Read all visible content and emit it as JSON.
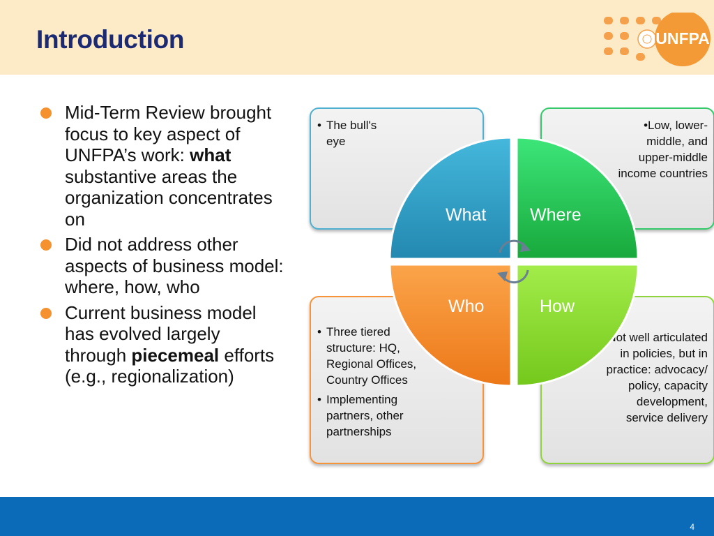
{
  "slide": {
    "title": "Introduction",
    "logo_text": "UNFPA",
    "page_number": "4"
  },
  "bullets": [
    {
      "before": "Mid-Term Review brought focus to key aspect of UNFPA’s work: ",
      "bold": "what",
      "after": " substantive areas the organization concentrates on"
    },
    {
      "before": "Did not address other aspects of business model: where, how, who",
      "bold": "",
      "after": ""
    },
    {
      "before": "Current business model has evolved largely through ",
      "bold": "piecemeal",
      "after": " efforts (e.g., regionalization)"
    }
  ],
  "quadrants": {
    "what": {
      "label": "What",
      "items": [
        "The bull's eye"
      ]
    },
    "where": {
      "label": "Where",
      "items": [
        "Low, lower-middle, and upper-middle income countries"
      ]
    },
    "who": {
      "label": "Who",
      "items": [
        "Three tiered structure: HQ, Regional Offices, Country Offices",
        "Implementing partners, other partnerships"
      ]
    },
    "how": {
      "label": "How",
      "items": [
        "Not well articulated in policies, but in practice: advocacy/ policy, capacity development, service delivery"
      ]
    }
  },
  "colors": {
    "header_bg": "#fdebc8",
    "title": "#1b2a72",
    "accent_orange": "#f5922f",
    "what": "#2f9ec8",
    "where": "#27c24f",
    "who": "#f78a24",
    "how": "#86d82a",
    "footer": "#0b6bb9"
  }
}
